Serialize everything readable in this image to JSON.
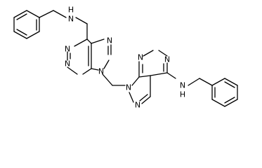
{
  "molecule": {
    "labels": {
      "upper_nh": "N",
      "upper_h": "H",
      "upper_n_left": "N",
      "upper_n_bottom": "N",
      "upper_n9": "N",
      "upper_n7": "N",
      "lower_n9": "N",
      "lower_n7": "N",
      "lower_n_top": "N",
      "lower_n_right": "N",
      "lower_nh": "N",
      "lower_h": "H"
    }
  }
}
